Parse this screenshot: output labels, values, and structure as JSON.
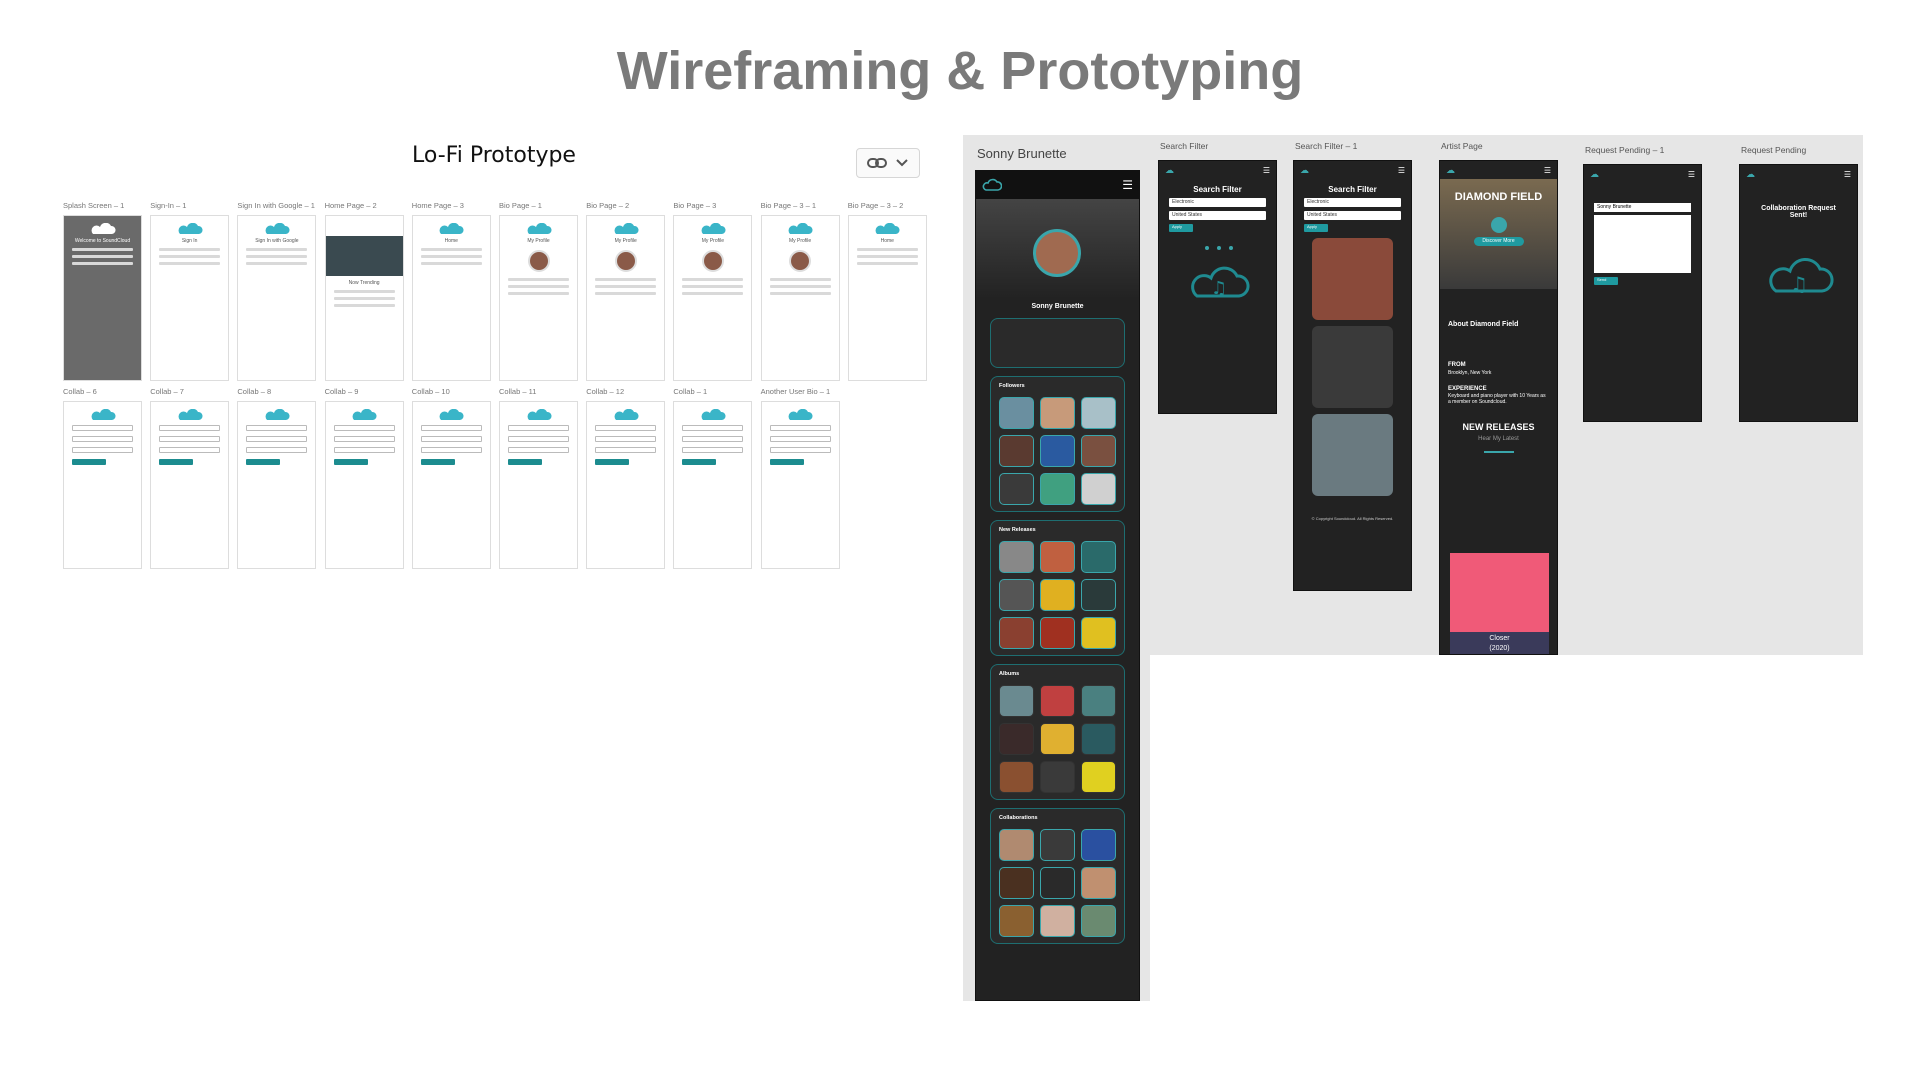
{
  "page": {
    "title": "Wireframing & Prototyping"
  },
  "lofi": {
    "title": "Lo-Fi Prototype",
    "row1": [
      {
        "label": "Splash Screen – 1",
        "text": "Welcome to SoundCloud"
      },
      {
        "label": "Sign-In – 1",
        "text": "Sign In"
      },
      {
        "label": "Sign In with Google – 1",
        "text": "Sign In with Google"
      },
      {
        "label": "Home Page – 2",
        "text": "Now Trending"
      },
      {
        "label": "Home Page – 3",
        "text": "Home"
      },
      {
        "label": "Bio Page – 1",
        "text": "My Profile"
      },
      {
        "label": "Bio Page – 2",
        "text": "My Profile"
      },
      {
        "label": "Bio Page – 3",
        "text": "My Profile"
      },
      {
        "label": "Bio Page – 3 – 1",
        "text": "My Profile"
      },
      {
        "label": "Bio Page – 3 – 2",
        "text": "Home"
      }
    ],
    "row2": [
      {
        "label": "Collab – 6"
      },
      {
        "label": "Collab – 7"
      },
      {
        "label": "Collab – 8"
      },
      {
        "label": "Collab – 9"
      },
      {
        "label": "Collab – 10"
      },
      {
        "label": "Collab – 11"
      },
      {
        "label": "Collab – 12"
      },
      {
        "label": "Collab – 1"
      },
      {
        "label": "Another User Bio – 1"
      }
    ]
  },
  "hifi": {
    "profile": {
      "label": "Sonny Brunette",
      "name": "Sonny Brunette",
      "sections": [
        "Followers",
        "New Releases",
        "Albums",
        "Collaborations"
      ]
    },
    "search_filter": {
      "label": "Search Filter",
      "heading": "Search Filter",
      "genre": "Electronic",
      "country": "United States",
      "apply": "Apply"
    },
    "search_filter_1": {
      "label": "Search Filter – 1",
      "heading": "Search Filter",
      "genre": "Electronic",
      "country": "United States",
      "apply": "Apply",
      "footer": "© Copyright Soundcloud. All Rights Reserved."
    },
    "artist_page": {
      "label": "Artist Page",
      "band": "DIAMOND FIELD",
      "discover": "Discover More",
      "about": "About Diamond Field",
      "from_h": "FROM",
      "from": "Brooklyn, New York",
      "exp_h": "EXPERIENCE",
      "exp": "Keyboard and piano player with 10 Years as a member on Soundcloud.",
      "new_releases": "NEW RELEASES",
      "hear": "Hear My Latest",
      "album": "Closer",
      "year": "(2020)"
    },
    "request_pending_1": {
      "label": "Request Pending – 1",
      "to": "Sonny Brunette",
      "send": "Send"
    },
    "request_pending": {
      "label": "Request Pending",
      "message": "Collaboration Request Sent!"
    }
  },
  "colors": {
    "accent": "#1f9aa0",
    "dark": "#222222",
    "title": "#7a7a7a"
  }
}
